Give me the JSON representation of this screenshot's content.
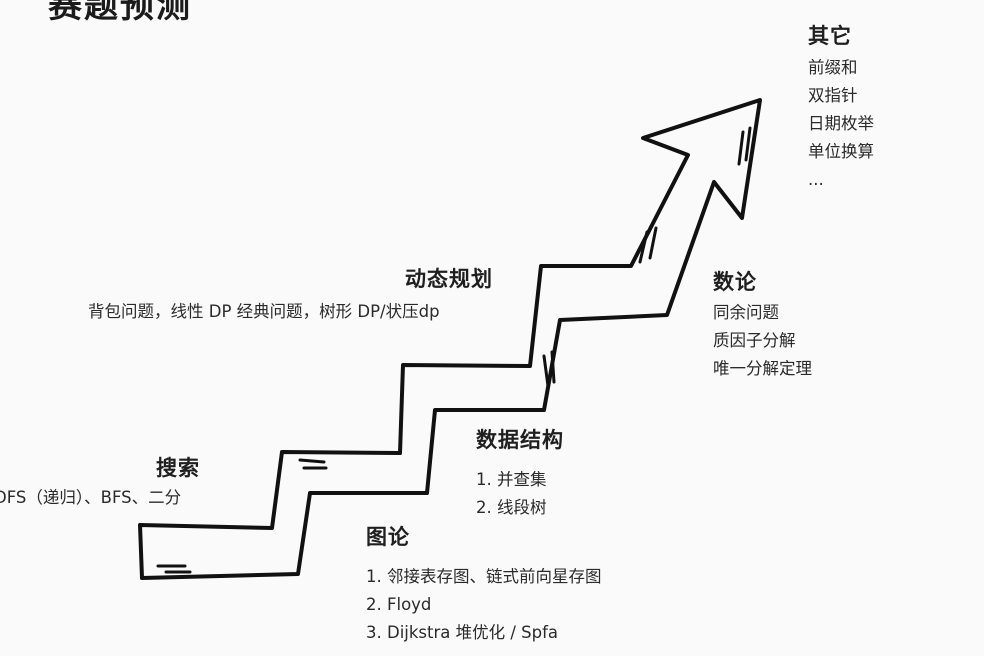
{
  "title": "赛题预测",
  "steps": {
    "search": {
      "heading": "搜索",
      "lines": [
        "DFS（递归）、BFS、二分"
      ]
    },
    "graph": {
      "heading": "图论",
      "lines": [
        "1. 邻接表存图、链式前向星存图",
        "2. Floyd",
        "3. Dijkstra 堆优化 / Spfa"
      ]
    },
    "ds": {
      "heading": "数据结构",
      "lines": [
        "1. 并查集",
        "2. 线段树"
      ]
    },
    "dp": {
      "heading": "动态规划",
      "lines": [
        "背包问题，线性 DP 经典问题，树形 DP/状压dp"
      ]
    },
    "math": {
      "heading": "数论",
      "lines": [
        "同余问题",
        "质因子分解",
        "唯一分解定理"
      ]
    },
    "other": {
      "heading": "其它",
      "lines": [
        "前缀和",
        "双指针",
        "日期枚举",
        "单位换算",
        "..."
      ]
    }
  }
}
